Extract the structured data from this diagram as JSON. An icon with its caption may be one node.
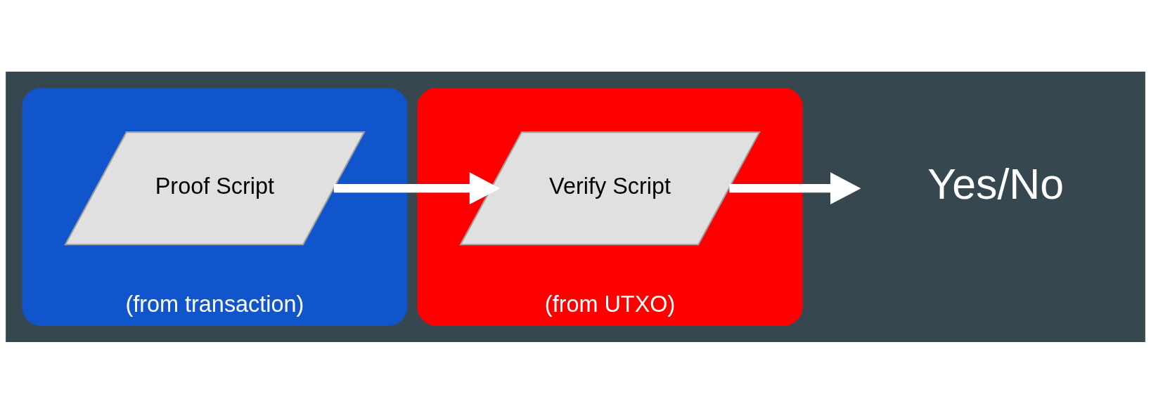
{
  "diagram": {
    "nodes": [
      {
        "text": [
          "(from transaction)"
        ]
      },
      {
        "text": [
          "Proof Script"
        ],
        "in": 0
      },
      {
        "text": [
          "(from UTXO)"
        ]
      },
      {
        "text": [
          "Verify Script"
        ],
        "in": 2
      },
      {
        "text": [
          "Yes/No"
        ]
      }
    ],
    "edges": [
      {
        "from": 1,
        "to": 3,
        "arrow": "to"
      },
      {
        "from": 3,
        "to": 4,
        "arrow": "to"
      }
    ]
  }
}
